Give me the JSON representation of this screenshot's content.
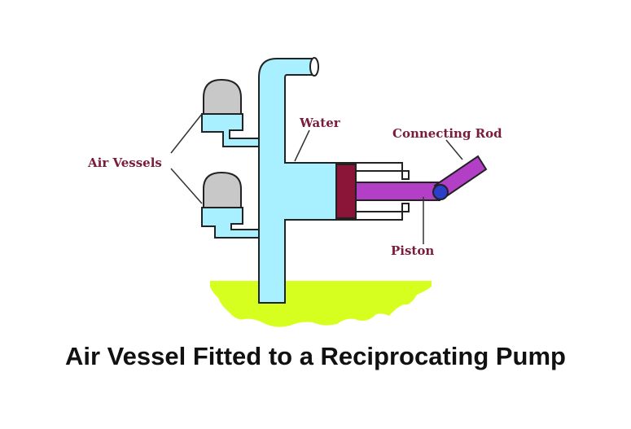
{
  "labels": {
    "air_vessels": "Air Vessels",
    "water": "Water",
    "connecting_rod": "Connecting Rod",
    "piston": "Piston"
  },
  "caption": "Air Vessel Fitted to a Reciprocating Pump",
  "colors": {
    "water": "#a8f0ff",
    "outline": "#222222",
    "air_dome": "#c8c8c8",
    "ground": "#d6ff1f",
    "piston": "#8b1538",
    "rod": "#b33fc6",
    "pin": "#2b3fc8",
    "label_text": "#7a1b3a"
  }
}
